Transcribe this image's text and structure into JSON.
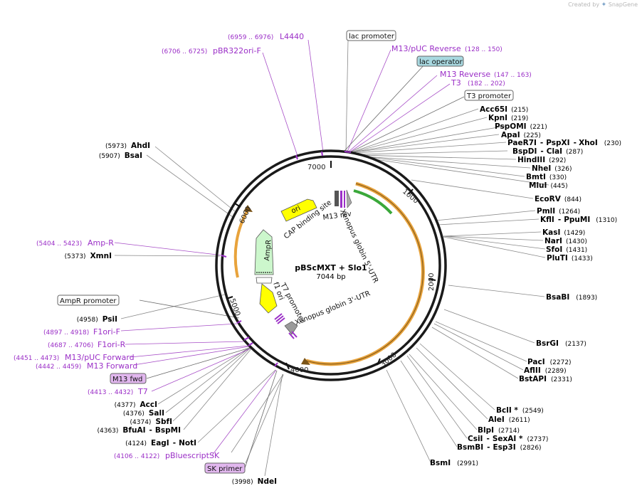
{
  "credit": {
    "prefix": "Created by",
    "brand": "SnapGene"
  },
  "plasmid": {
    "name": "pBScMXT + Slo1",
    "size": "7044 bp"
  },
  "ticks": [
    "1000",
    "2000",
    "3000",
    "4000",
    "5000",
    "6000",
    "7000"
  ],
  "features": {
    "ori": "ori",
    "ampr": "AmpR",
    "cap": "CAP binding site",
    "m13rev": "M13 rev",
    "xg5": "Xenopus globin 5'-UTR",
    "xg3": "Xenopus globin 3'-UTR",
    "t7": "T7 promoter",
    "f1": "f1 ori"
  },
  "right_labels": [
    {
      "name": "Acc65I",
      "pos": "(215)"
    },
    {
      "name": "KpnI",
      "pos": "(219)"
    },
    {
      "name": "PspOMI",
      "pos": "(221)"
    },
    {
      "name": "ApaI",
      "pos": "(225)"
    },
    {
      "name": "PaeR7I",
      "name2": "PspXI",
      "name3": "XhoI",
      "pos": "(230)"
    },
    {
      "name": "BspDI",
      "name2": "ClaI",
      "pos": "(287)"
    },
    {
      "name": "HindIII",
      "pos": "(292)"
    },
    {
      "name": "NheI",
      "pos": "(326)"
    },
    {
      "name": "BmtI",
      "pos": "(330)"
    },
    {
      "name": "MluI",
      "pos": "(445)"
    },
    {
      "name": "EcoRV",
      "pos": "(844)"
    },
    {
      "name": "PmlI",
      "pos": "(1264)"
    },
    {
      "name": "KflI",
      "name2": "PpuMI",
      "pos": "(1310)"
    },
    {
      "name": "KasI",
      "pos": "(1429)"
    },
    {
      "name": "NarI",
      "pos": "(1430)"
    },
    {
      "name": "SfoI",
      "pos": "(1431)"
    },
    {
      "name": "PluTI",
      "pos": "(1433)"
    },
    {
      "name": "BsaBI",
      "pos": "(1893)"
    },
    {
      "name": "BsrGI",
      "pos": "(2137)"
    },
    {
      "name": "PacI",
      "pos": "(2272)"
    },
    {
      "name": "AflII",
      "pos": "(2289)"
    },
    {
      "name": "BstAPI",
      "pos": "(2331)"
    },
    {
      "name": "BclI *",
      "pos": "(2549)"
    },
    {
      "name": "AleI",
      "pos": "(2611)"
    },
    {
      "name": "BlpI",
      "pos": "(2714)"
    },
    {
      "name": "CsiI",
      "name2": "SexAI *",
      "pos": "(2737)"
    },
    {
      "name": "BsmBI",
      "name2": "Esp3I",
      "pos": "(2826)"
    },
    {
      "name": "BsmI",
      "pos": "(2991)"
    }
  ],
  "left_labels": [
    {
      "name": "AhdI",
      "pos": "(5973)"
    },
    {
      "name": "BsaI",
      "pos": "(5907)"
    },
    {
      "name": "XmnI",
      "pos": "(5373)"
    },
    {
      "name": "PsiI",
      "pos": "(4958)"
    },
    {
      "name": "AccI",
      "pos": "(4377)"
    },
    {
      "name": "SalI",
      "pos": "(4376)"
    },
    {
      "name": "SbfI",
      "pos": "(4374)"
    },
    {
      "name": "BfuAI",
      "name2": "BspMI",
      "pos": "(4363)"
    },
    {
      "name": "EagI",
      "name2": "NotI",
      "pos": "(4124)"
    },
    {
      "name": "NdeI",
      "pos": "(3998)"
    }
  ],
  "primers": {
    "l4440": {
      "name": "L4440",
      "range": "(6959 .. 6976)"
    },
    "pbr": {
      "name": "pBR322ori-F",
      "range": "(6706 .. 6725)"
    },
    "m13puc_rev": {
      "name": "M13/pUC Reverse",
      "range": "(128 .. 150)"
    },
    "m13_rev": {
      "name": "M13 Reverse",
      "range": "(147 .. 163)"
    },
    "t3": {
      "name": "T3",
      "range": "(182 .. 202)"
    },
    "ampr": {
      "name": "Amp-R",
      "range": "(5404 .. 5423)"
    },
    "f1f": {
      "name": "F1ori-F",
      "range": "(4897 .. 4918)"
    },
    "f1r": {
      "name": "F1ori-R",
      "range": "(4687 .. 4706)"
    },
    "m13puc_fwd": {
      "name": "M13/pUC Forward",
      "range": "(4451 .. 4473)"
    },
    "m13_fwd": {
      "name": "M13 Forward",
      "range": "(4442 .. 4459)"
    },
    "t7": {
      "name": "T7",
      "range": "(4413 .. 4432)"
    },
    "pbs": {
      "name": "pBluescriptSK",
      "range": "(4106 .. 4122)"
    }
  },
  "boxes": {
    "lac_promoter": "lac promoter",
    "lac_operator": "lac operator",
    "t3_promoter": "T3 promoter",
    "ampr_promoter": "AmpR promoter",
    "m13_fwd": "M13 fwd",
    "sk_primer": "SK primer"
  },
  "colors": {
    "enzyme": "#000000",
    "primer": "#9b2fc7",
    "ori": "#ffff00",
    "ampr": "#ccf7cc",
    "utr": "#e8a33c",
    "green": "#3aa83a",
    "lac_operator_bg": "#a8d8e0",
    "primer_box_bg": "#e1b7ee"
  }
}
